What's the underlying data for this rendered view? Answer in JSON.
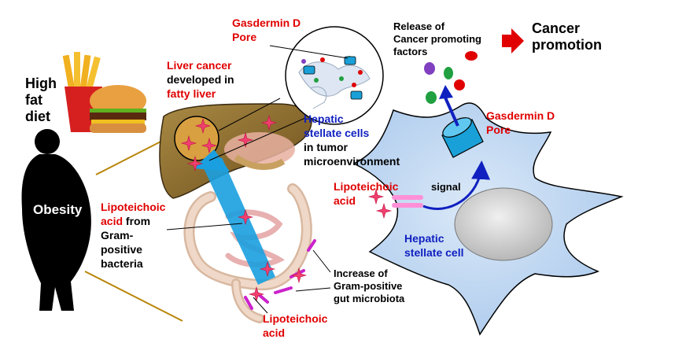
{
  "labels": {
    "high_fat_diet": [
      "High",
      "fat",
      "diet"
    ],
    "obesity": "Obesity",
    "liver_cancer": {
      "line1": "Liver cancer",
      "line2": "developed in",
      "line3": "fatty liver"
    },
    "gasdermin_top": {
      "line1": "Gasdermin D",
      "line2": "Pore"
    },
    "hepatic_tumor": {
      "line1": "Hepatic",
      "line2": "stellate cells",
      "line3": "in tumor",
      "line4": "microenvironment"
    },
    "release": {
      "line1": "Release of",
      "line2": "Cancer promoting",
      "line3": "factors"
    },
    "cancer_promotion": {
      "line1": "Cancer",
      "line2": "promotion"
    },
    "gasdermin_right": {
      "line1": "Gasdermin D",
      "line2": "Pore"
    },
    "lta_right": {
      "line1": "Lipoteichoic",
      "line2": "acid"
    },
    "signal": "signal",
    "hepatic_cell": {
      "line1": "Hepatic",
      "line2": "stellate cell"
    },
    "lta_left": {
      "line1": "Lipoteichoic",
      "line2a": "acid",
      "line2b": " from",
      "line3": "Gram-",
      "line4": "positive",
      "line5": "bacteria"
    },
    "increase": {
      "line1": "Increase of",
      "line2": "Gram-positive",
      "line3": "gut microbiota"
    },
    "lta_bottom": {
      "line1": "Lipoteichoic",
      "line2": "acid"
    }
  },
  "colors": {
    "red_text": "#e00000",
    "blue_text": "#1020c0",
    "cell_fill": "#b8d4f0",
    "nucleus": "#d8d8d8",
    "liver": "#8b6a2e",
    "pore": "#1aa0d8",
    "arrow_blue": "#1a6ad8",
    "magenta": "#cc22cc",
    "star": "#f04070"
  },
  "icons": [
    "burger-fries-icon",
    "obesity-silhouette-icon",
    "liver-icon",
    "intestine-icon",
    "stellate-cell-icon",
    "pore-icon",
    "lta-star-icon"
  ]
}
